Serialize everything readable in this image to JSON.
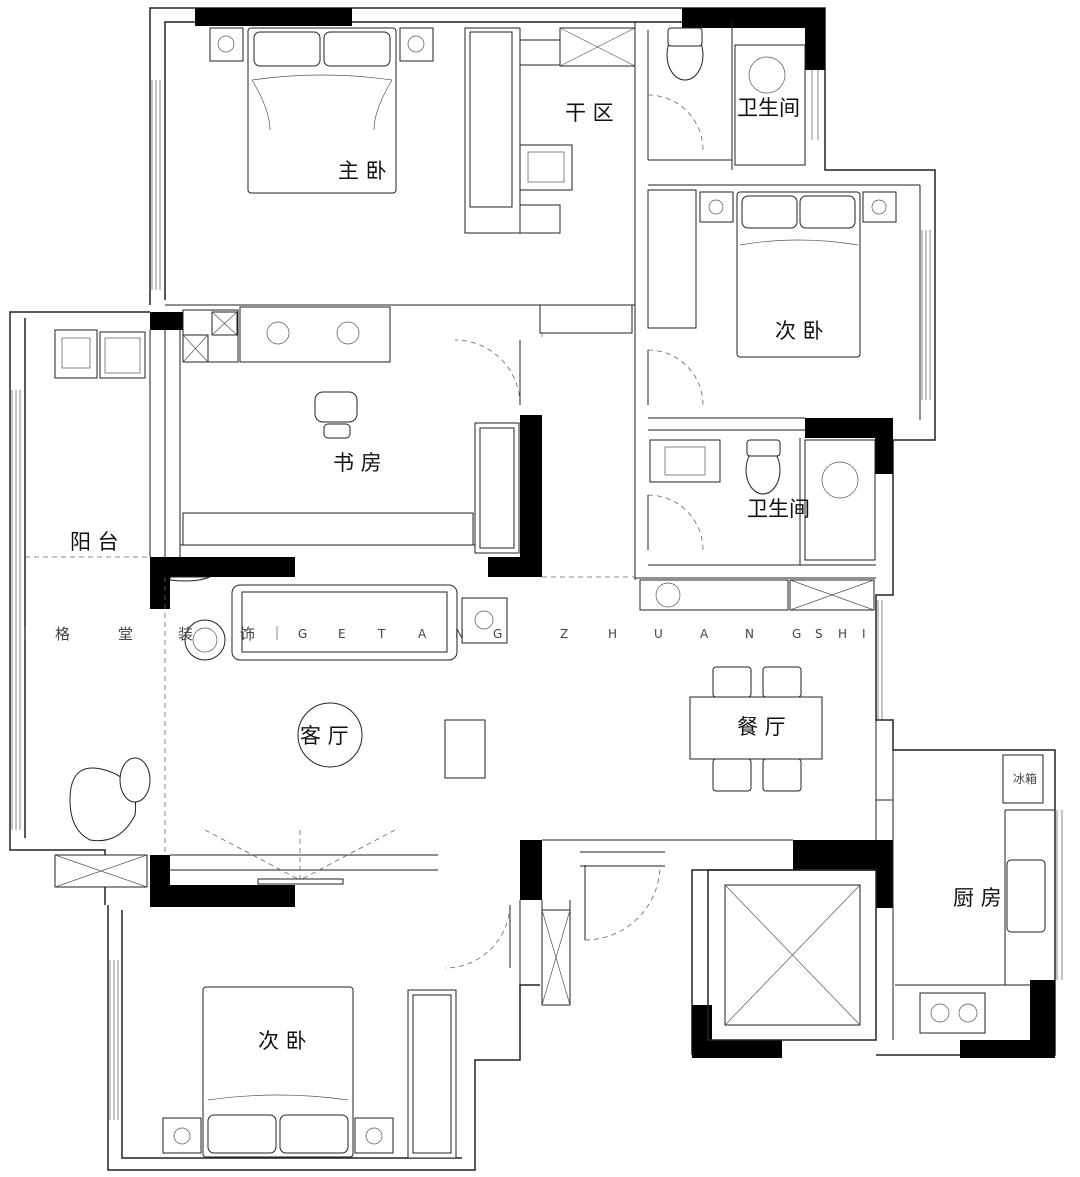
{
  "rooms": {
    "master_bedroom": "主 卧",
    "dry_area": "干 区",
    "bathroom_1": "卫生间",
    "second_bedroom_1": "次 卧",
    "study": "书 房",
    "bathroom_2": "卫生间",
    "balcony": "阳 台",
    "living_room": "客 厅",
    "dining_room": "餐 厅",
    "kitchen": "厨 房",
    "second_bedroom_2": "次 卧"
  },
  "watermark": {
    "chars": [
      "格",
      "堂",
      "装",
      "饰"
    ],
    "latin": [
      "G",
      "E",
      "T",
      "A",
      "N",
      "G",
      "Z",
      "H",
      "U",
      "A",
      "N",
      "G",
      "S",
      "H",
      "I"
    ]
  },
  "kitchen_appliance_label": "冰箱"
}
